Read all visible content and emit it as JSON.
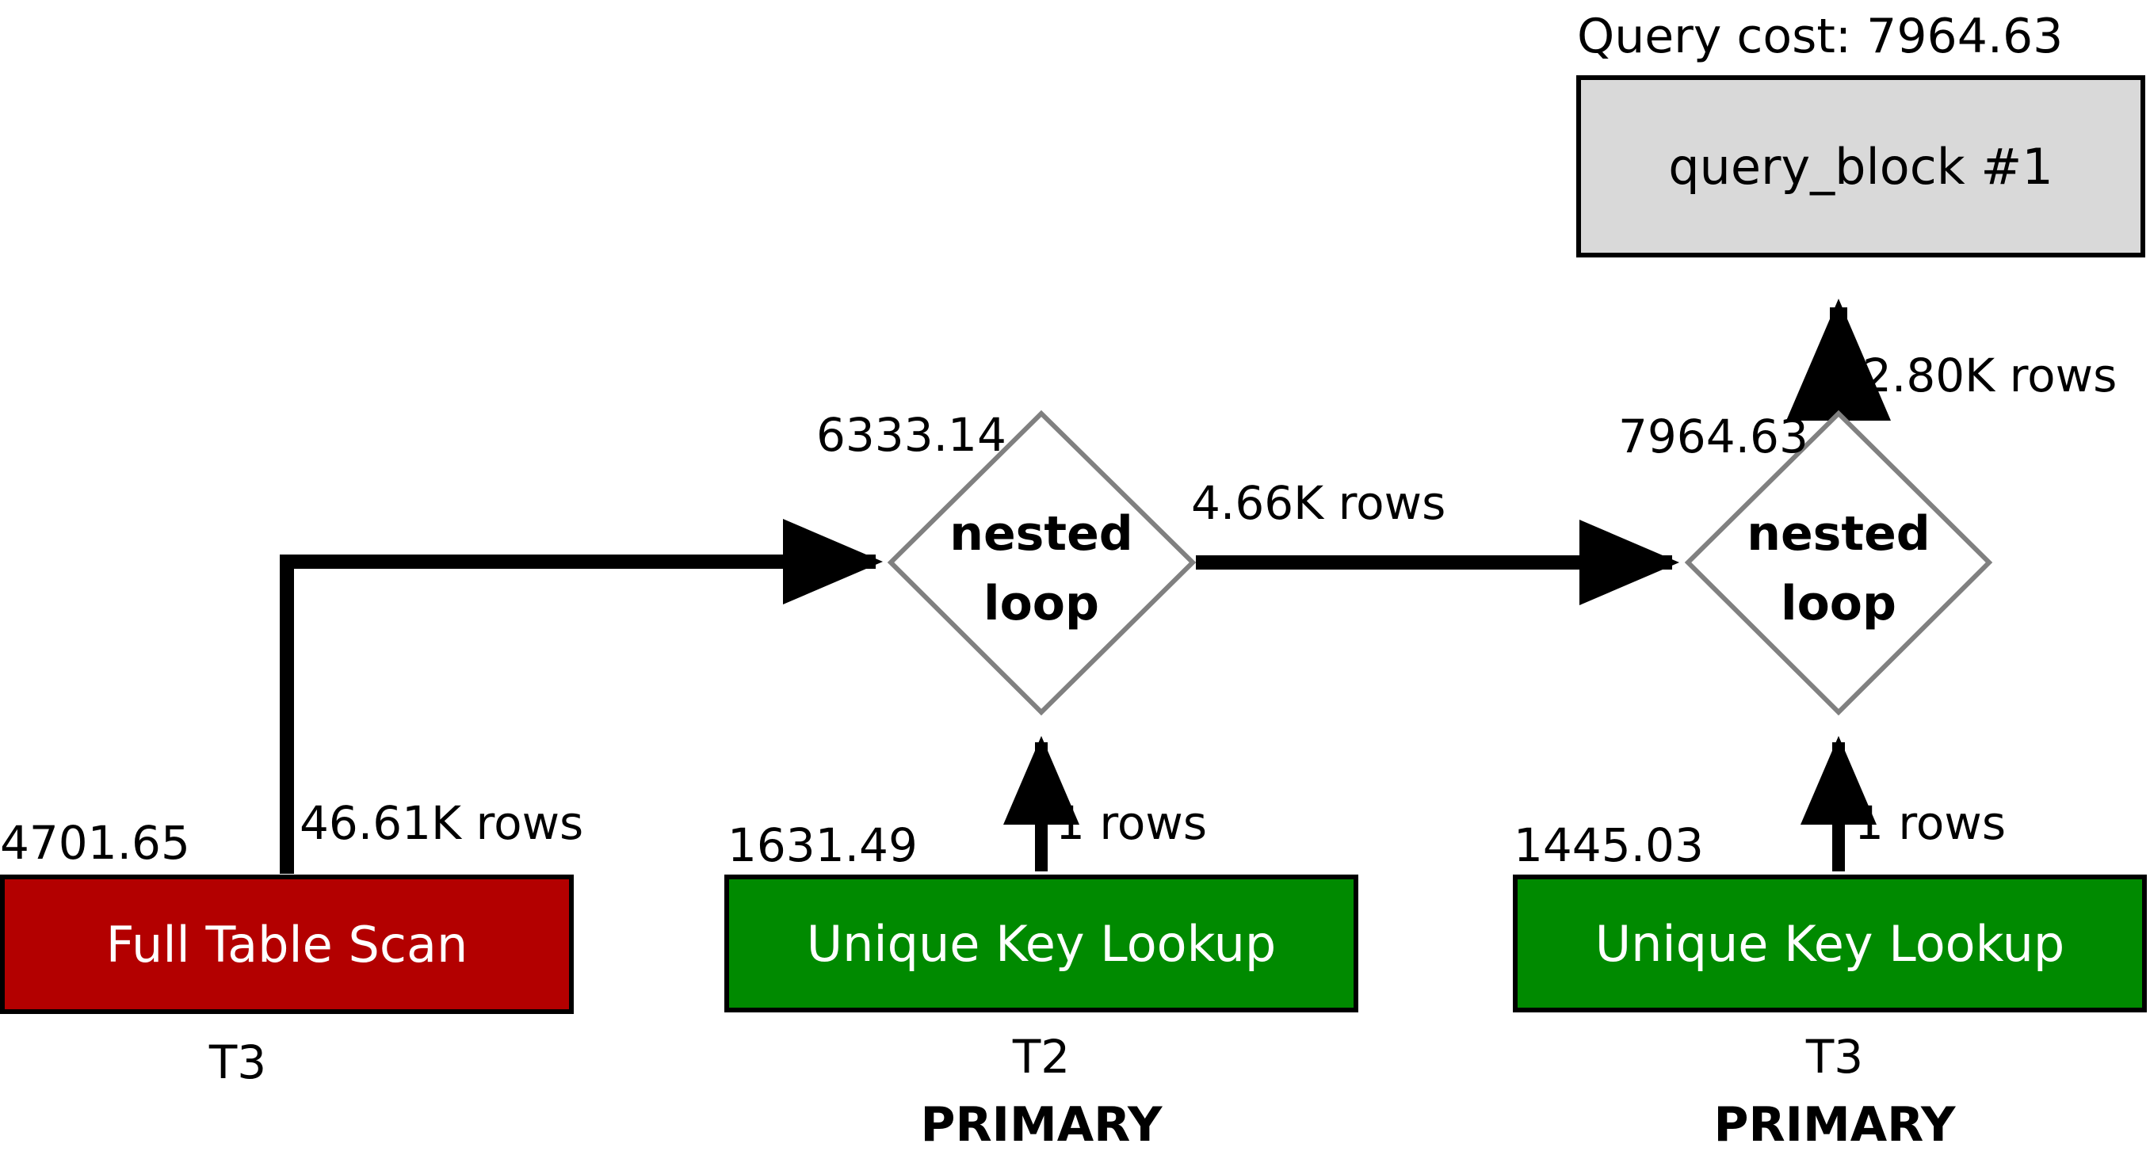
{
  "query_cost_label": "Query cost: 7964.63",
  "root": {
    "label": "query_block #1"
  },
  "nodes": {
    "full_scan": {
      "cost": "4701.65",
      "label": "Full Table Scan",
      "table": "T3",
      "rows": "46.61K rows"
    },
    "lookup_t2": {
      "cost": "1631.49",
      "label": "Unique Key Lookup",
      "table": "T2",
      "key": "PRIMARY",
      "rows": "1 rows"
    },
    "lookup_t3": {
      "cost": "1445.03",
      "label": "Unique Key Lookup",
      "table": "T3",
      "key": "PRIMARY",
      "rows": "1 rows"
    },
    "nested_loop_1": {
      "cost": "6333.14",
      "line1": "nested",
      "line2": "loop",
      "rows": "4.66K rows"
    },
    "nested_loop_2": {
      "cost": "7964.63",
      "line1": "nested",
      "line2": "loop",
      "rows": "2.80K rows"
    }
  },
  "colors": {
    "full_scan": "#b30000",
    "lookup": "#008a00",
    "query_block": "#d9d9d9",
    "diamond_stroke": "#808080"
  }
}
